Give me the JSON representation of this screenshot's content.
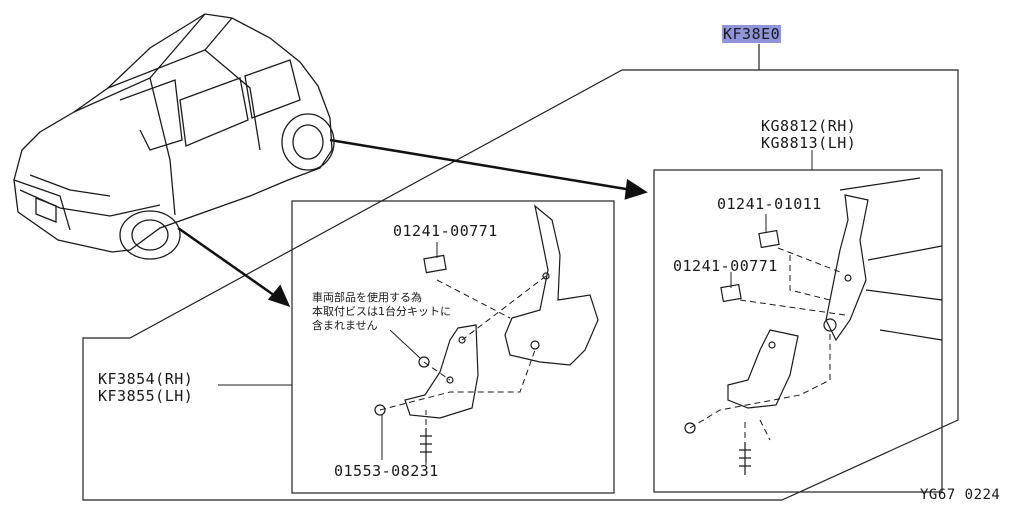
{
  "kit_code": "KF38E0",
  "bracket_parts": {
    "rh": "KG8812(RH)",
    "lh": "KG8813(LH)"
  },
  "front_parts": {
    "rh": "KF3854(RH)",
    "lh": "KF3855(LH)"
  },
  "clip_front": "01241-00771",
  "clip_rear_upper": "01241-01011",
  "clip_rear_lower": "01241-00771",
  "screw_part": "01553-08231",
  "note_lines": [
    "車両部品を使用する為",
    "本取付ビスは1台分キットに",
    "含まれません"
  ],
  "figure_code": "YG67 0224"
}
